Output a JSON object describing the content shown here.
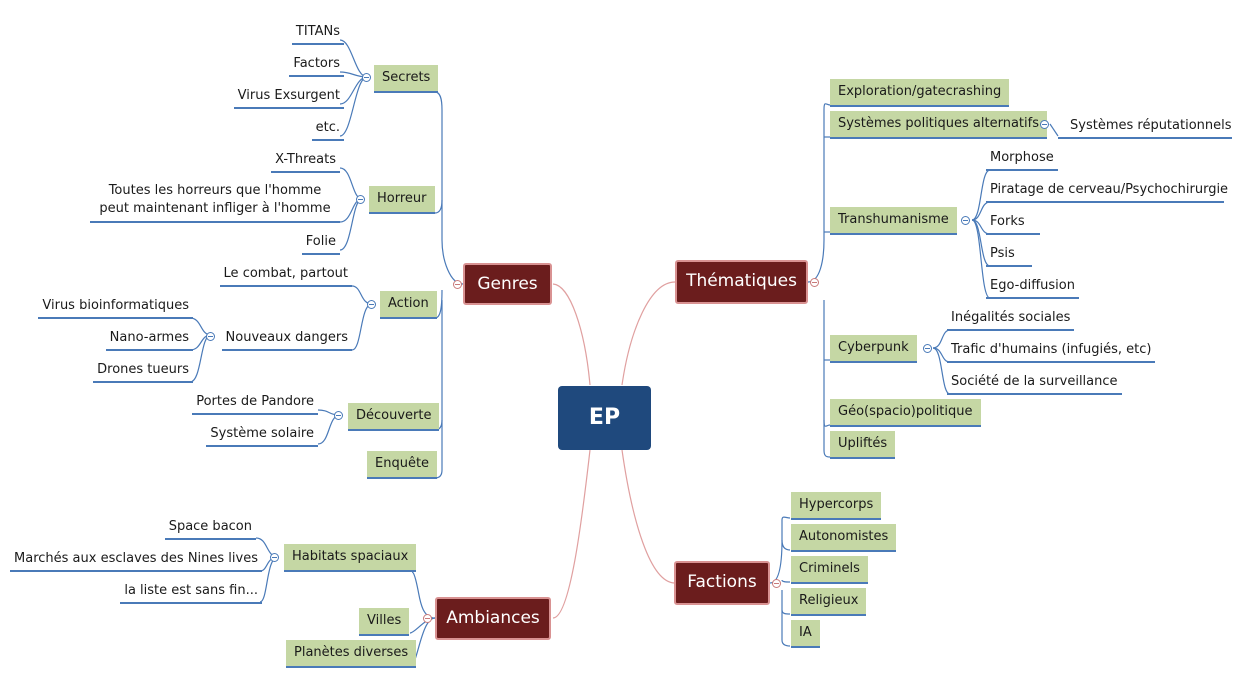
{
  "root": {
    "label": "EP"
  },
  "branches": {
    "genres": {
      "label": "Genres",
      "secrets": {
        "label": "Secrets",
        "items": [
          "TITANs",
          "Factors",
          "Virus Exsurgent",
          "etc."
        ]
      },
      "horreur": {
        "label": "Horreur",
        "items": [
          "X-Threats",
          "Toutes les horreurs que l'homme peut maintenant infliger à l'homme",
          "Folie"
        ]
      },
      "action": {
        "label": "Action",
        "combat": "Le combat, partout",
        "nouveaux": {
          "label": "Nouveaux dangers",
          "items": [
            "Virus bioinformatiques",
            "Nano-armes",
            "Drones tueurs"
          ]
        }
      },
      "decouverte": {
        "label": "Découverte",
        "items": [
          "Portes de Pandore",
          "Système solaire"
        ]
      },
      "enquete": {
        "label": "Enquête"
      }
    },
    "thematiques": {
      "label": "Thématiques",
      "exploration": "Exploration/gatecrashing",
      "systemes": {
        "label": "Systèmes politiques alternatifs",
        "child": "Systèmes réputationnels"
      },
      "transhumanisme": {
        "label": "Transhumanisme",
        "items": [
          "Morphose",
          "Piratage de cerveau/Psychochirurgie",
          "Forks",
          "Psis",
          "Ego-diffusion"
        ]
      },
      "cyberpunk": {
        "label": "Cyberpunk",
        "items": [
          "Inégalités sociales",
          "Trafic d'humains (infugiés, etc)",
          "Société de la surveillance"
        ]
      },
      "geo": "Géo(spacio)politique",
      "uplifts": "Upliftés"
    },
    "factions": {
      "label": "Factions",
      "items": [
        "Hypercorps",
        "Autonomistes",
        "Criminels",
        "Religieux",
        "IA"
      ]
    },
    "ambiances": {
      "label": "Ambiances",
      "habitats": {
        "label": "Habitats spaciaux",
        "items": [
          "Space bacon",
          "Marchés aux esclaves des Nines lives",
          "la liste est sans fin..."
        ]
      },
      "villes": "Villes",
      "planetes": "Planètes diverses"
    }
  },
  "colors": {
    "root": "#1f497d",
    "branch": "#6b1d1d",
    "leaf": "#c5d7a4",
    "line": "#4a7ab8",
    "main_line": "#e0a0a0"
  }
}
